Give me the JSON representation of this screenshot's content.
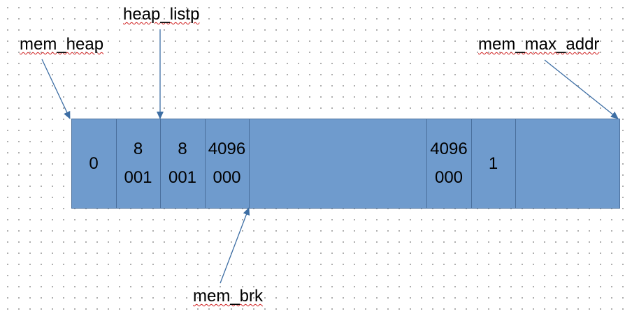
{
  "heap": {
    "fill_color": "#6f9bcd",
    "border_color": "#4a6f9c",
    "cells": [
      {
        "lines": [
          "0"
        ]
      },
      {
        "lines": [
          "8",
          "001"
        ]
      },
      {
        "lines": [
          "8",
          "001"
        ]
      },
      {
        "lines": [
          "4096",
          "000"
        ]
      },
      {
        "lines": []
      },
      {
        "lines": [
          "4096",
          "000"
        ]
      },
      {
        "lines": [
          "1"
        ]
      },
      {
        "lines": []
      }
    ]
  },
  "pointers": {
    "mem_heap": "mem_heap",
    "heap_listp": "heap_listp",
    "mem_max_addr": "mem_max_addr",
    "mem_brk": "mem_brk"
  },
  "arrow_color": "#3d6ea4"
}
